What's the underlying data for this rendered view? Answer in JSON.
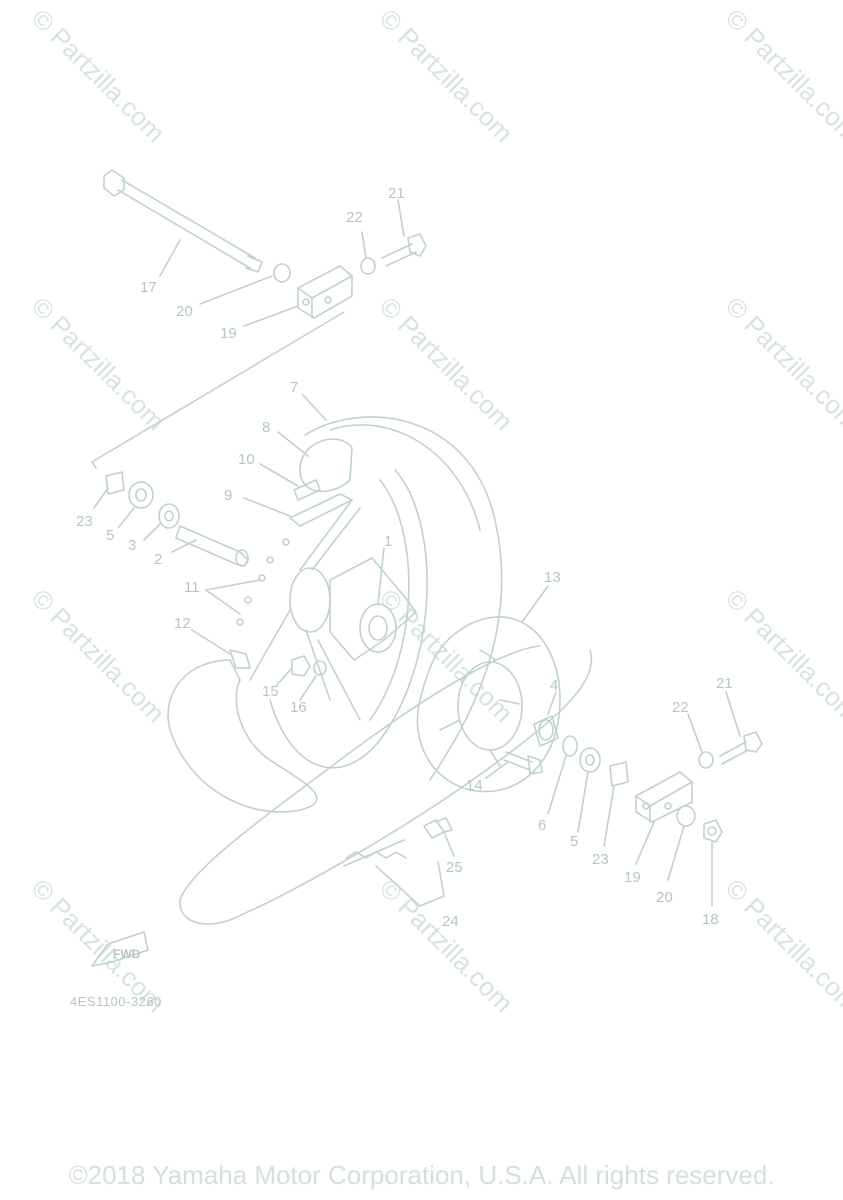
{
  "watermark": "© Partzilla.com",
  "diagram_code": "4ES1100-3260",
  "fwd_label": "FWD",
  "copyright": "©2018 Yamaha Motor Corporation, U.S.A. All rights reserved.",
  "callouts": [
    "1",
    "2",
    "3",
    "4",
    "5",
    "5",
    "6",
    "7",
    "8",
    "9",
    "10",
    "11",
    "12",
    "13",
    "14",
    "15",
    "16",
    "17",
    "18",
    "19",
    "19",
    "20",
    "20",
    "21",
    "21",
    "22",
    "22",
    "23",
    "23",
    "24",
    "25"
  ],
  "colors": {
    "line_art": "#bfd2cd",
    "label": "#b3c8c2",
    "watermark": "#d6e3df"
  }
}
